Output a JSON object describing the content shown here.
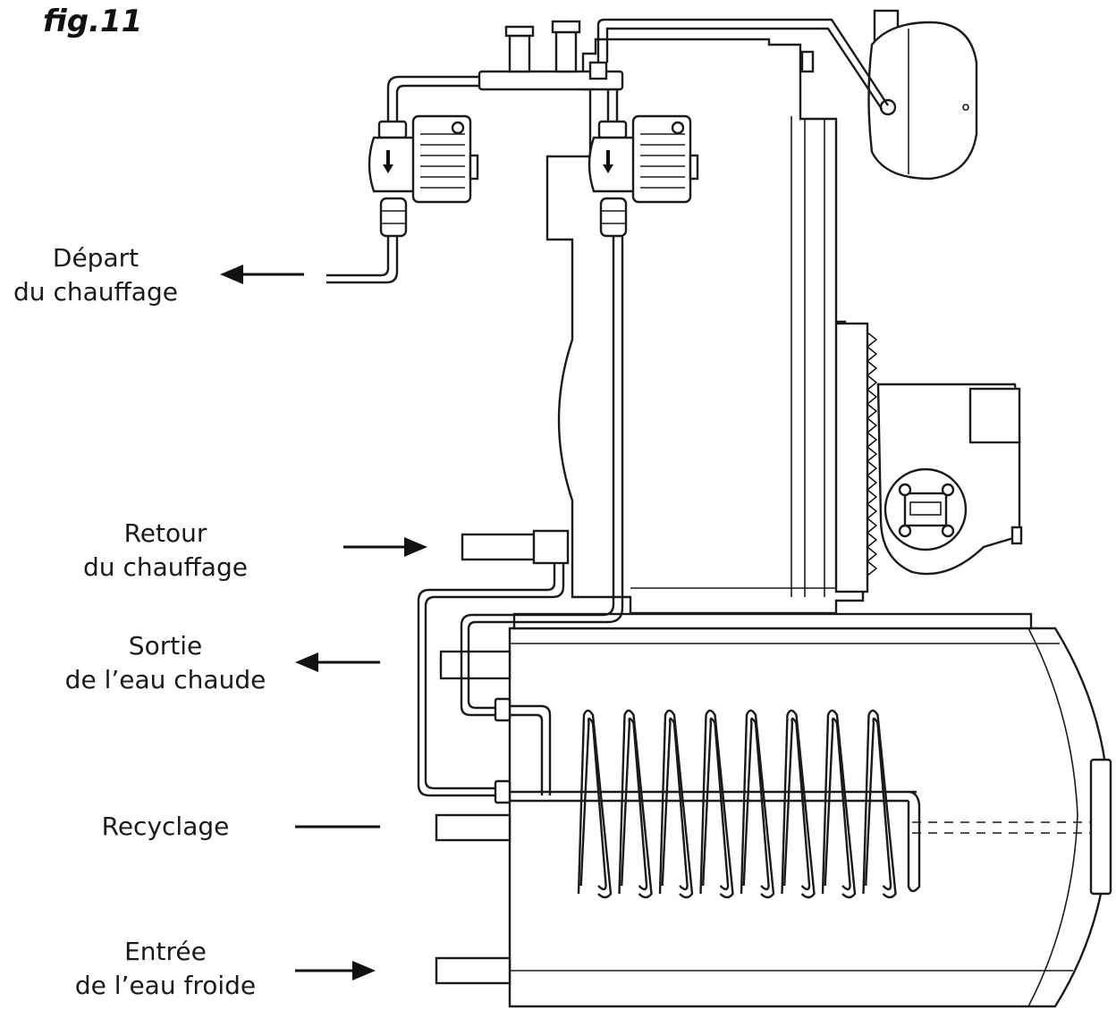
{
  "figure": {
    "title": "fig.11"
  },
  "labels": {
    "depart": {
      "line1": "Départ",
      "line2": "du chauffage"
    },
    "retour": {
      "line1": "Retour",
      "line2": "du chauffage"
    },
    "sortie": {
      "line1": "Sortie",
      "line2": "de l’eau chaude"
    },
    "recyclage": {
      "line1": "Recyclage"
    },
    "entree": {
      "line1": "Entrée",
      "line2": "de l’eau froide"
    }
  }
}
